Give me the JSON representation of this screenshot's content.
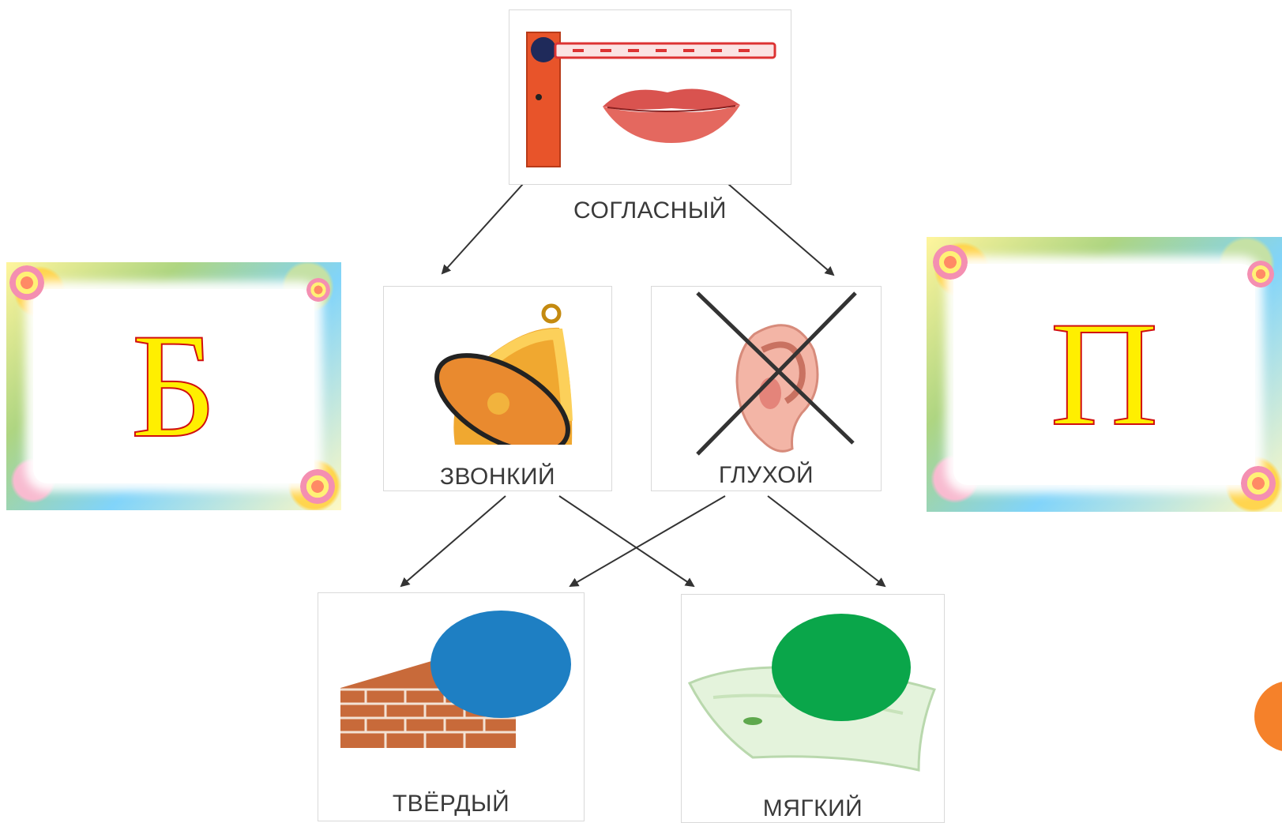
{
  "diagram": {
    "root": {
      "label": "СОГЛАСНЫЙ",
      "icon": "barrier-and-lips-icon"
    },
    "middle": [
      {
        "label": "ЗВОНКИЙ",
        "icon": "bell-icon"
      },
      {
        "label": "ГЛУХОЙ",
        "icon": "crossed-out-ear-icon"
      }
    ],
    "bottom": [
      {
        "label": "ТВЁРДЫЙ",
        "icon": "brick-wall-icon",
        "circle_color": "#1e7fc3"
      },
      {
        "label": "МЯГКИЙ",
        "icon": "pillow-icon",
        "circle_color": "#0aa64a"
      }
    ]
  },
  "letter_cards": [
    {
      "letter": "Б"
    },
    {
      "letter": "П"
    }
  ],
  "colors": {
    "letter_fill": "#ffef00",
    "letter_outline": "#d10f0f",
    "accent_dot": "#f5812a"
  }
}
